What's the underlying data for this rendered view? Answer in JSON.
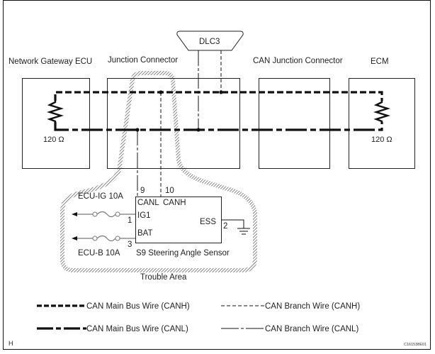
{
  "diagram": {
    "title_components": {
      "gateway": "Network Gateway ECU",
      "junction": "Junction Connector",
      "can_junction": "CAN Junction Connector",
      "ecm": "ECM",
      "dlc": "DLC3"
    },
    "resistors": {
      "gateway": "120 Ω",
      "ecm": "120 Ω"
    },
    "sensor": {
      "name": "S9 Steering Angle Sensor",
      "pins": {
        "canl_num": "9",
        "canh_num": "10",
        "canl": "CANL",
        "canh": "CANH",
        "ig1": "IG1",
        "ig1_num": "1",
        "bat": "BAT",
        "bat_num": "3",
        "ess": "ESS",
        "ess_num": "2"
      }
    },
    "fuses": {
      "ig": "ECU-IG 10A",
      "b": "ECU-B 10A"
    },
    "trouble_area": "Trouble Area",
    "legend": {
      "main_canh": "CAN Main Bus Wire (CANH)",
      "main_canl": "CAN Main Bus Wire (CANL)",
      "branch_canh": "CAN Branch Wire (CANH)",
      "branch_canl": "CAN Branch Wire (CANL)"
    },
    "corner_letter": "H",
    "figure_code": "C161538E01"
  }
}
